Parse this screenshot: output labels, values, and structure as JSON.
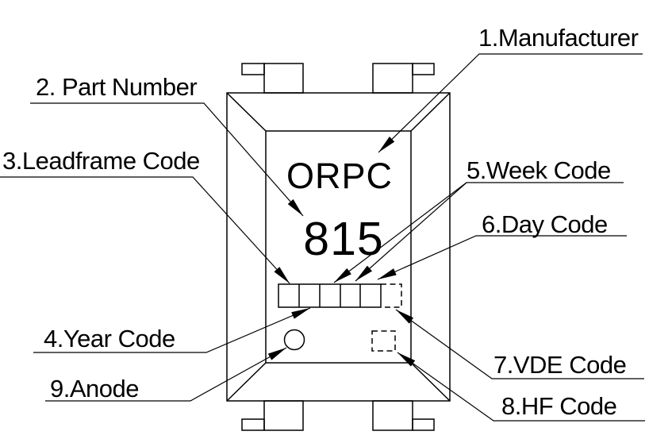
{
  "diagram": {
    "type": "component-marking-callout",
    "package_marking": {
      "logo": "ORPC",
      "part_number": "815"
    },
    "callouts": [
      {
        "id": "manufacturer",
        "label": "1.Manufacturer"
      },
      {
        "id": "part-number",
        "label": "2. Part Number"
      },
      {
        "id": "leadframe-code",
        "label": "3.Leadframe Code"
      },
      {
        "id": "year-code",
        "label": "4.Year Code"
      },
      {
        "id": "week-code",
        "label": "5.Week Code"
      },
      {
        "id": "day-code",
        "label": "6.Day Code"
      },
      {
        "id": "vde-code",
        "label": "7.VDE Code"
      },
      {
        "id": "hf-code",
        "label": "8.HF Code"
      },
      {
        "id": "anode",
        "label": "9.Anode"
      }
    ],
    "colors": {
      "line": "#000000",
      "background": "#ffffff"
    }
  }
}
